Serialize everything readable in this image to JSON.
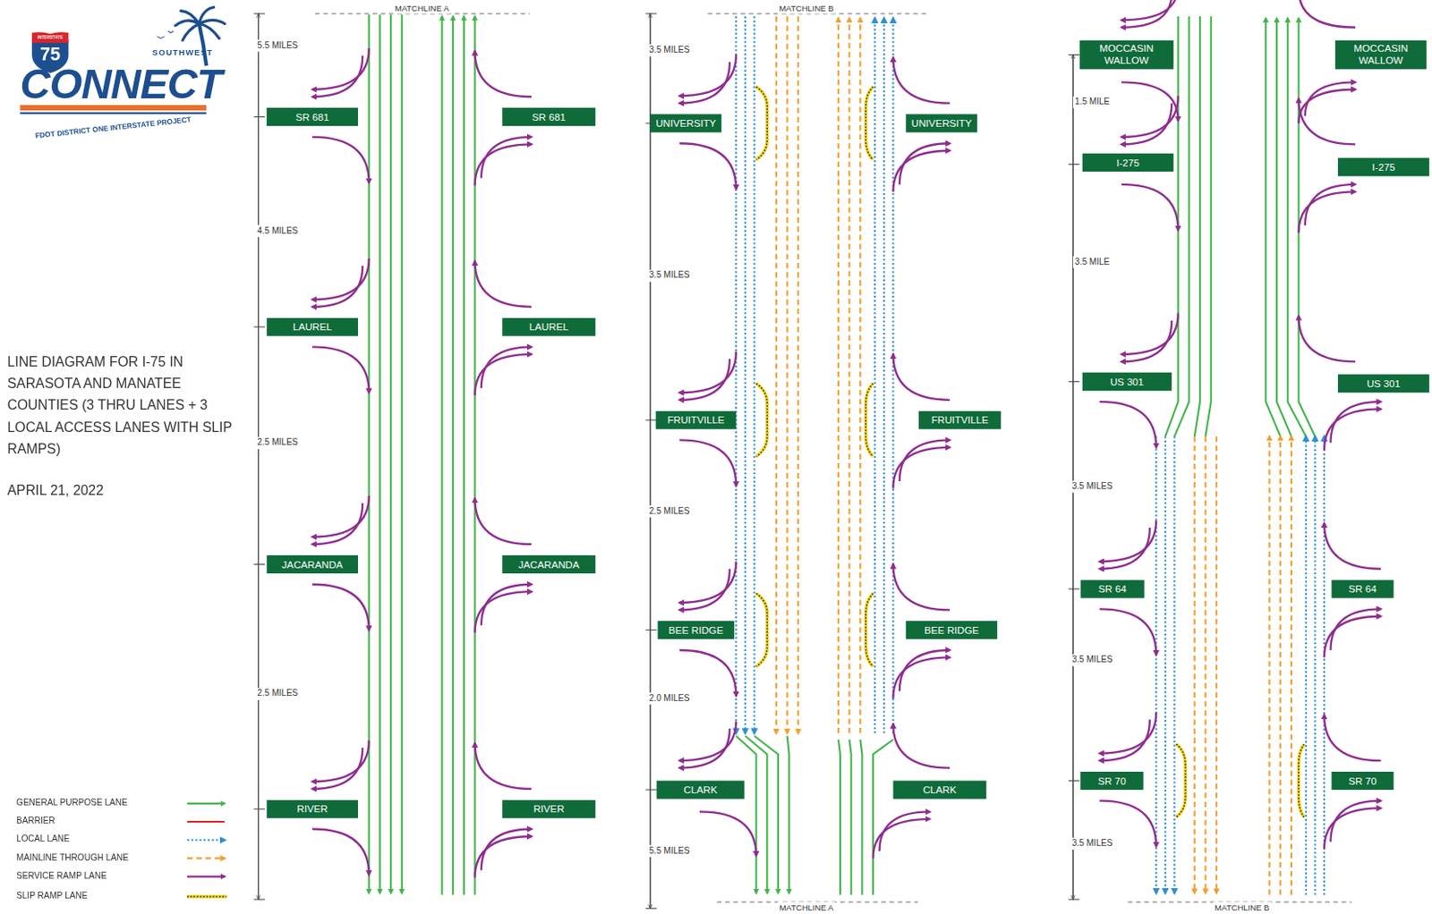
{
  "diagram": {
    "title": "LINE DIAGRAM FOR I-75 IN SARASOTA AND MANATEE COUNTIES (3 THRU LANES + 3 LOCAL ACCESS LANES WITH SLIP RAMPS)",
    "nodes": [
      {
        "text": [
          "SR 681"
        ]
      },
      {
        "text": [
          "SR 681"
        ]
      },
      {
        "text": [
          "LAUREL"
        ]
      },
      {
        "text": [
          "LAUREL"
        ]
      },
      {
        "text": [
          "JACARANDA"
        ]
      },
      {
        "text": [
          "JACARANDA"
        ]
      },
      {
        "text": [
          "RIVER"
        ]
      },
      {
        "text": [
          "RIVER"
        ]
      },
      {
        "text": [
          "UNIVERSITY"
        ]
      },
      {
        "text": [
          "UNIVERSITY"
        ]
      },
      {
        "text": [
          "FRUITVILLE"
        ]
      },
      {
        "text": [
          "FRUITVILLE"
        ]
      },
      {
        "text": [
          "BEE RIDGE"
        ]
      },
      {
        "text": [
          "BEE RIDGE"
        ]
      },
      {
        "text": [
          "CLARK"
        ]
      },
      {
        "text": [
          "CLARK"
        ]
      },
      {
        "text": [
          "MOCCASIN WALLOW"
        ]
      },
      {
        "text": [
          "MOCCASIN WALLOW"
        ]
      },
      {
        "text": [
          "I-275"
        ]
      },
      {
        "text": [
          "I-275"
        ]
      },
      {
        "text": [
          "US 301"
        ]
      },
      {
        "text": [
          "US 301"
        ]
      },
      {
        "text": [
          "SR 64"
        ]
      },
      {
        "text": [
          "SR 64"
        ]
      },
      {
        "text": [
          "SR 70"
        ]
      },
      {
        "text": [
          "SR 70"
        ]
      }
    ],
    "labels": [
      "INTERSTATE",
      "75",
      "SOUTHWEST",
      "CONNECT",
      "FDOT DISTRICT ONE INTERSTATE PROJECT",
      "APRIL 21, 2022",
      "MATCHLINE A",
      "5.5 MILES",
      "4.5 MILES",
      "2.5 MILES",
      "2.5 MILES",
      "MATCHLINE B",
      "3.5 MILES",
      "3.5 MILES",
      "2.5 MILES",
      "2.0 MILES",
      "5.5 MILES",
      "MATCHLINE A",
      "1.5 MILE",
      "3.5 MILE",
      "3.5 MILES",
      "3.5 MILES",
      "3.5 MILES",
      "MATCHLINE B"
    ],
    "legend": [
      {
        "text": "GENERAL PURPOSE LANE"
      },
      {
        "text": "BARRIER"
      },
      {
        "text": "LOCAL LANE"
      },
      {
        "text": "MAINLINE THROUGH LANE"
      },
      {
        "text": "SERVICE RAMP LANE"
      },
      {
        "text": "SLIP RAMP LANE"
      }
    ]
  }
}
